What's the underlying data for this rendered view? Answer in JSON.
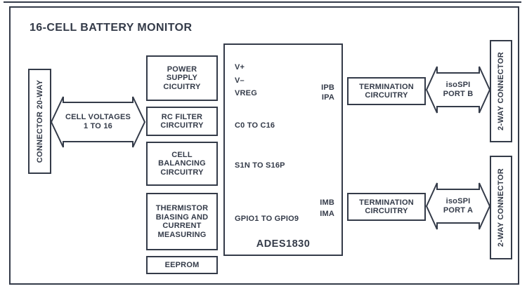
{
  "title": "16-CELL BATTERY MONITOR",
  "colors": {
    "ink": "#343b49",
    "background": "#ffffff"
  },
  "connectors": {
    "left_label": "CONNECTOR 20-WAY",
    "right_top_label": "2-WAY CONNECTOR",
    "right_bottom_label": "2-WAY CONNECTOR"
  },
  "arrows": {
    "cell_voltages_label": "CELL VOLTAGES\n1 TO 16",
    "isospi_port_b_label": "isoSPI\nPORT B",
    "isospi_port_a_label": "isoSPI\nPORT A"
  },
  "blocks": {
    "power_supply_label": "POWER\nSUPPLY\nCICUITRY",
    "rc_filter_label": "RC FILTER\nCIRCUITRY",
    "cell_balancing_label": "CELL\nBALANCING\nCIRCUITRY",
    "thermistor_label": "THERMISTOR\nBIASING AND\nCURRENT\nMEASURING",
    "eeprom_label": "EEPROM",
    "termination_top_label": "TERMINATION\nCIRCUITRY",
    "termination_bottom_label": "TERMINATION\nCIRCUITRY"
  },
  "chip": {
    "name": "ADES1830",
    "pins_left": [
      "V+",
      "V–",
      "VREG",
      "C0 TO C16",
      "S1N TO S16P",
      "GPIO1 TO GPIO9"
    ],
    "pins_right": [
      "IPB",
      "IPA",
      "IMB",
      "IMA"
    ]
  }
}
